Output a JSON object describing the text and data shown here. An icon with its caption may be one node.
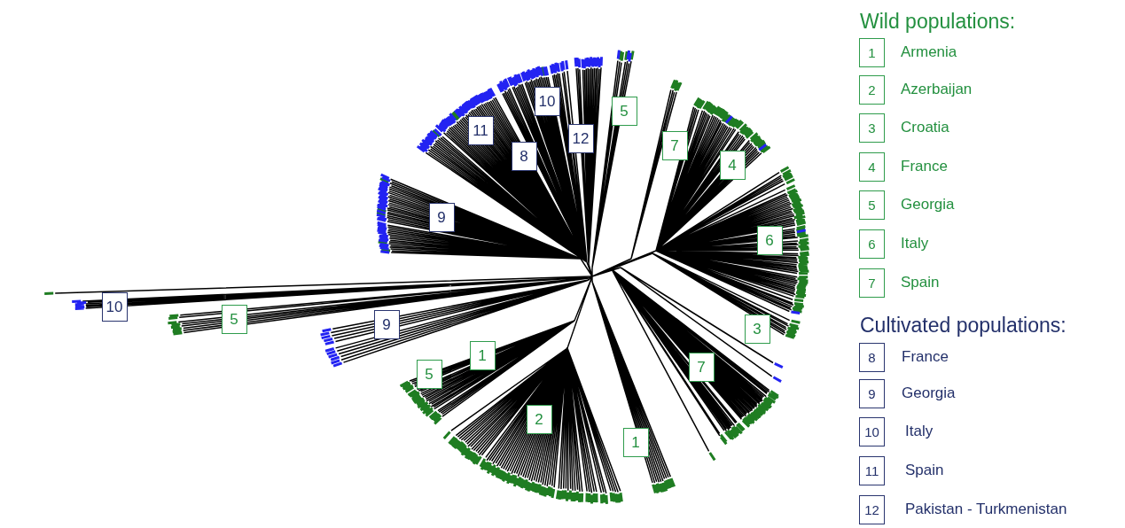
{
  "diagram": {
    "nodes": [
      {
        "text": [
          "10"
        ]
      },
      {
        "text": [
          "5"
        ]
      },
      {
        "text": [
          "11"
        ]
      },
      {
        "text": [
          "12"
        ]
      },
      {
        "text": [
          "7"
        ]
      },
      {
        "text": [
          "8"
        ]
      },
      {
        "text": [
          "4"
        ]
      },
      {
        "text": [
          "9"
        ]
      },
      {
        "text": [
          "6"
        ]
      },
      {
        "text": [
          "10"
        ]
      },
      {
        "text": [
          "5"
        ]
      },
      {
        "text": [
          "9"
        ]
      },
      {
        "text": [
          "3"
        ]
      },
      {
        "text": [
          "1"
        ]
      },
      {
        "text": [
          "7"
        ]
      },
      {
        "text": [
          "5"
        ]
      },
      {
        "text": [
          "2"
        ]
      },
      {
        "text": [
          "1"
        ]
      },
      {
        "text": [
          "1"
        ],
        "beside": [
          "Armenia"
        ]
      },
      {
        "text": [
          "2"
        ],
        "beside": [
          "Azerbaijan"
        ]
      },
      {
        "text": [
          "3"
        ],
        "beside": [
          "Croatia"
        ]
      },
      {
        "text": [
          "4"
        ],
        "beside": [
          "France"
        ]
      },
      {
        "text": [
          "5"
        ],
        "beside": [
          "Georgia"
        ]
      },
      {
        "text": [
          "6"
        ],
        "beside": [
          "Italy"
        ]
      },
      {
        "text": [
          "7"
        ],
        "beside": [
          "Spain"
        ]
      },
      {
        "text": [
          "8"
        ],
        "beside": [
          "France"
        ]
      },
      {
        "text": [
          "9"
        ],
        "beside": [
          "Georgia"
        ]
      },
      {
        "text": [
          "10"
        ],
        "beside": [
          "Italy"
        ]
      },
      {
        "text": [
          "11"
        ],
        "beside": [
          "Spain"
        ]
      },
      {
        "text": [
          "12"
        ],
        "beside": [
          "Pakistan - Turkmenistan"
        ]
      }
    ],
    "labels": [
      "Wild populations:",
      "Cultivated populations:"
    ]
  }
}
